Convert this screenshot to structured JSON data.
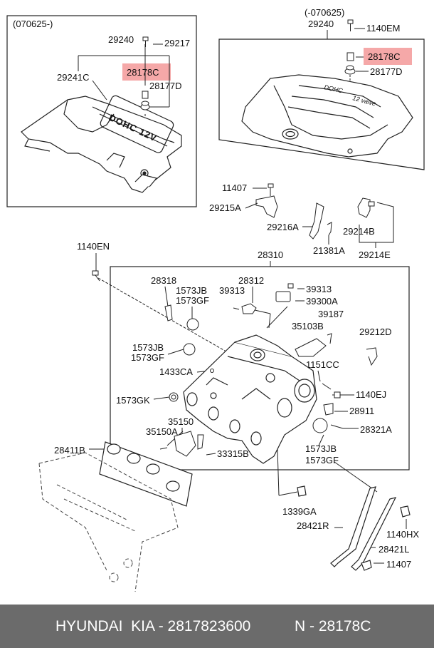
{
  "diagram": {
    "inset_left": {
      "period": "(070625-)",
      "labels": [
        "29240",
        "29217",
        "29241C",
        "28178C",
        "28177D"
      ]
    },
    "inset_right": {
      "period": "(-070625)",
      "labels": [
        "29240",
        "1140EM",
        "28178C",
        "28177D"
      ]
    },
    "highlight_part": "28178C",
    "highlight_color": "#f5a8a8",
    "cover_marking_left": "DOHC 12V",
    "cover_marking_right_1": "DOHC",
    "cover_marking_right_2": "12 valve",
    "labels": {
      "l_11407_top": "11407",
      "l_29215A": "29215A",
      "l_29216A": "29216A",
      "l_21381A": "21381A",
      "l_29214B": "29214B",
      "l_29214E": "29214E",
      "l_1140EN": "1140EN",
      "l_28310": "28310",
      "l_28318": "28318",
      "l_1573JB_a": "1573JB",
      "l_1573GF_a": "1573GF",
      "l_28312": "28312",
      "l_39313_a": "39313",
      "l_39313_b": "39313",
      "l_39300A": "39300A",
      "l_39187": "39187",
      "l_35103B": "35103B",
      "l_29212D": "29212D",
      "l_1573JB_b": "1573JB",
      "l_1573GF_b": "1573GF",
      "l_1433CA": "1433CA",
      "l_1151CC": "1151CC",
      "l_1573GK": "1573GK",
      "l_1140EJ": "1140EJ",
      "l_28911": "28911",
      "l_35150": "35150",
      "l_35150A": "35150A",
      "l_28321A": "28321A",
      "l_28411B": "28411B",
      "l_33315B": "33315B",
      "l_1573JB_c": "1573JB",
      "l_1573GF_c": "1573GF",
      "l_1339GA": "1339GA",
      "l_28421R": "28421R",
      "l_1140HX": "1140HX",
      "l_28421L": "28421L",
      "l_11407_bottom": "11407"
    }
  },
  "footer": {
    "brand": "HYUNDAI  KIA - 2817823600",
    "code": "N - 28178C"
  }
}
